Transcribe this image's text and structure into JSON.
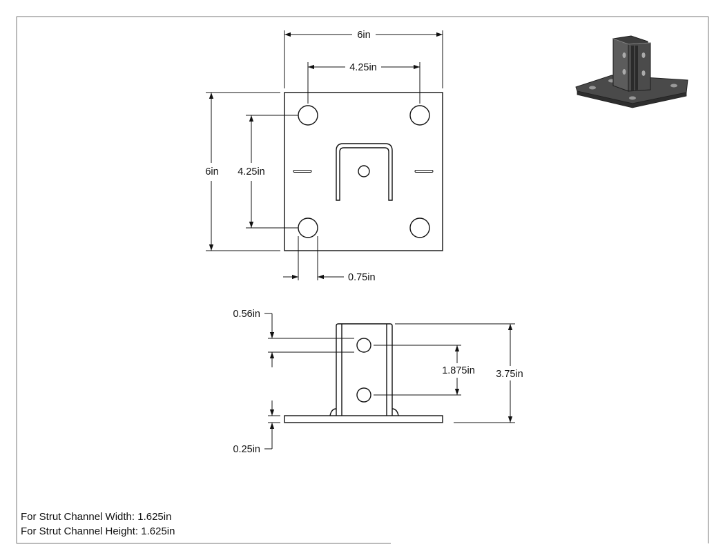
{
  "drawing": {
    "top_view": {
      "plate_width": "6in",
      "plate_height": "6in",
      "hole_spacing_horizontal": "4.25in",
      "hole_spacing_vertical": "4.25in",
      "hole_diameter": "0.75in"
    },
    "side_view": {
      "top_hole_offset": "0.56in",
      "hole_spacing": "1.875in",
      "overall_height": "3.75in",
      "plate_thickness": "0.25in"
    },
    "notes": {
      "strut_width": "For Strut Channel Width: 1.625in",
      "strut_height": "For Strut Channel Height: 1.625in"
    },
    "colors": {
      "line": "#111111",
      "iso_dark": "#3f3f3f",
      "iso_mid": "#5a5a5a",
      "iso_light": "#8a8a8a"
    }
  }
}
